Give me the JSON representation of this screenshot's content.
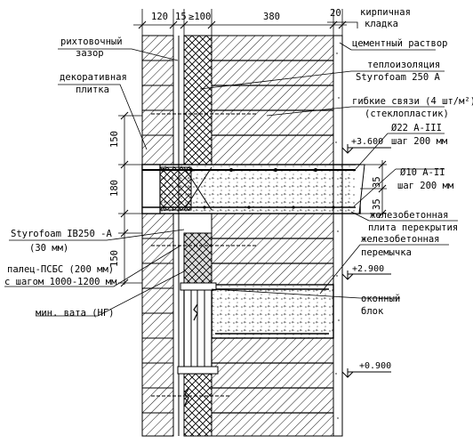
{
  "dimensions_top": [
    "120",
    "15",
    "≥100",
    "380",
    "20"
  ],
  "dimensions_left": [
    "150",
    "180",
    "150"
  ],
  "dimensions_right": [
    "35",
    "35"
  ],
  "elevations": [
    "+3.600",
    "+2.900",
    "+0.900"
  ],
  "callouts_right": {
    "brick_cladding_1": "кирпичная",
    "brick_cladding_2": "кладка",
    "cement_mortar": "цементный раствор",
    "insulation_1": "теплоизоляция",
    "insulation_2": "Styrofoam 250 A",
    "ties_1": "гибкие связи (4 шт/м²)",
    "ties_2": "(стеклопластик)",
    "rebar_top_1": "Ø22 A-III",
    "rebar_top_2": "шаг 200 мм",
    "rebar_bottom_1": "Ø10 A-II",
    "rebar_bottom_2": "шаг 200 мм",
    "slab_1": "железобетонная",
    "slab_2": "плита перекрытия",
    "lintel_1": "железобетонная",
    "lintel_2": "перемычка",
    "window_1": "оконный",
    "window_2": "блок"
  },
  "callouts_left": {
    "gap_1": "рихтовочный",
    "gap_2": "зазор",
    "tile_1": "декоративная",
    "tile_2": "плитка",
    "board_1": "Styrofoam IB250 -A",
    "board_2": "(30 мм)",
    "finger_1": "палец-ПСБС (200 мм)",
    "finger_2": "с шагом 1000-1200 мм",
    "wool": "мин. вата (НГ)"
  }
}
